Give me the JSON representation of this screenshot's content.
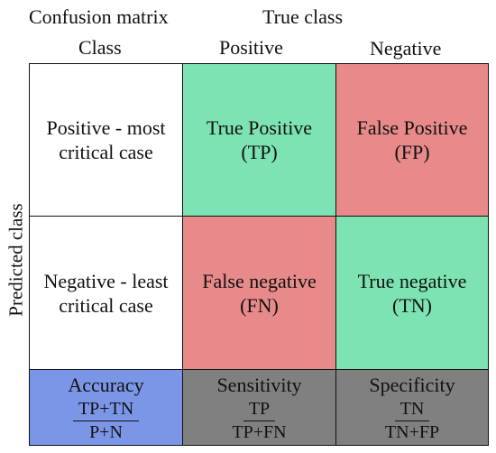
{
  "header": {
    "title": "Confusion matrix",
    "true_class": "True class",
    "class": "Class",
    "positive": "Positive",
    "negative": "Negative"
  },
  "side_label": "Predicted class",
  "rows": [
    {
      "label_line1": "Positive - most",
      "label_line2": "critical case",
      "cells": [
        {
          "line1": "True Positive",
          "line2": "(TP)"
        },
        {
          "line1": "False Positive",
          "line2": "(FP)"
        }
      ]
    },
    {
      "label_line1": "Negative - least",
      "label_line2": "critical case",
      "cells": [
        {
          "line1": "False negative",
          "line2": "(FN)"
        },
        {
          "line1": "True negative",
          "line2": "(TN)"
        }
      ]
    }
  ],
  "metrics": [
    {
      "name": "Accuracy",
      "numerator": "TP+TN",
      "denominator": "P+N"
    },
    {
      "name": "Sensitivity",
      "numerator": "TP",
      "denominator": "TP+FN"
    },
    {
      "name": "Specificity",
      "numerator": "TN",
      "denominator": "TN+FP"
    }
  ],
  "colors": {
    "true_cell": "#7de3b3",
    "false_cell": "#e88a8a",
    "accuracy": "#7b96e6",
    "metric_gray": "#808080",
    "border": "#111111"
  }
}
